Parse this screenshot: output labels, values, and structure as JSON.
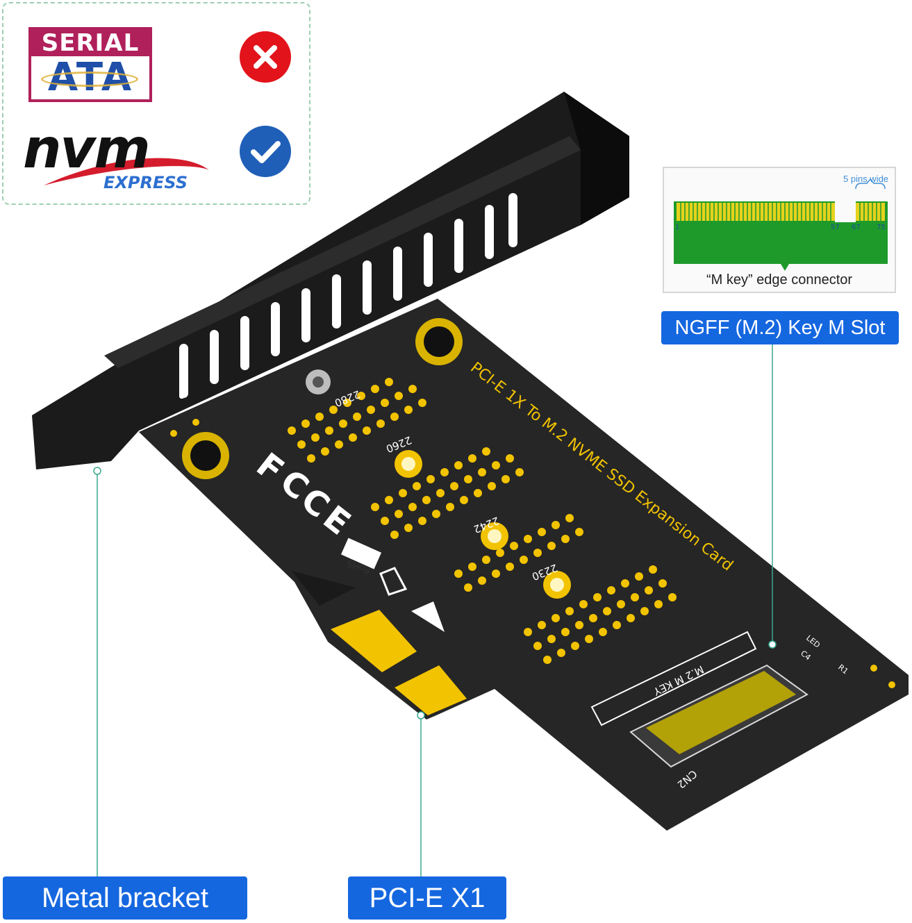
{
  "compatibility": {
    "sata": {
      "top": "SERIAL",
      "bottom": "ATA",
      "status": "not-supported",
      "icon": "x-circle-icon"
    },
    "nvme": {
      "word": "nvm",
      "sub": "EXPRESS",
      "status": "supported",
      "icon": "check-circle-icon"
    }
  },
  "connector_diagram": {
    "pins_label": "5 pins wide",
    "pin_numbers": [
      "1",
      "57",
      "67",
      "75"
    ],
    "caption": "“M key” edge connector"
  },
  "board": {
    "title": "PCI-E 1X To M.2 NVME SSD Expansion Card",
    "size_labels": [
      "2280",
      "2260",
      "2242",
      "2230"
    ],
    "slot_label": "M.2 M KEY",
    "cn_label": "CN2",
    "led_label": "LED",
    "c4_label": "C4",
    "r1_label": "R1",
    "rohs_label": "RoHS"
  },
  "callouts": {
    "ngff": "NGFF (M.2) Key M Slot",
    "metal_bracket": "Metal bracket",
    "pcie": "PCI-E X1"
  },
  "colors": {
    "accent_blue": "#1567e0",
    "gold": "#f2c300",
    "board": "#2a2a2a",
    "pcb_green": "#1e9a2b",
    "sata_magenta": "#b0205a",
    "error_red": "#e2131b"
  }
}
